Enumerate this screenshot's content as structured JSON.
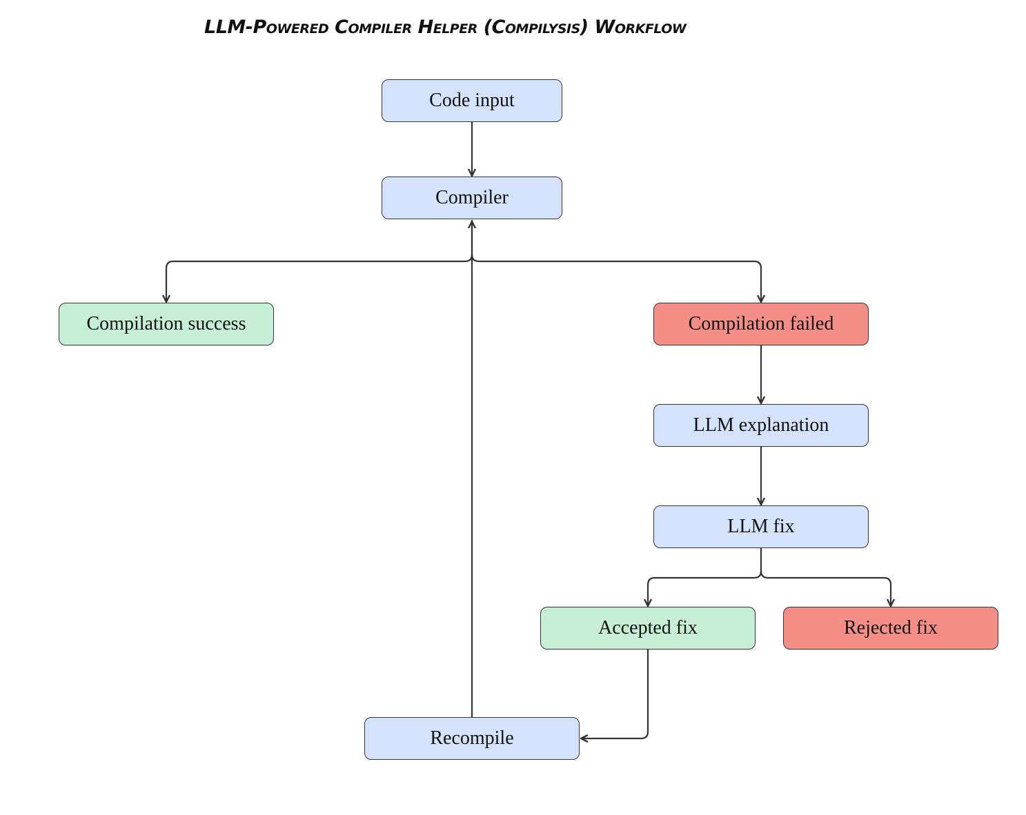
{
  "title": "LLM-Powered Compiler Helper (Compilysis) Workflow",
  "colors": {
    "process": "#d4e3fb",
    "success": "#c6efd6",
    "failure": "#f48e87",
    "edge": "#333333"
  },
  "nodes": {
    "code_input": "Code input",
    "compiler": "Compiler",
    "compilation_success": "Compilation success",
    "compilation_failed": "Compilation failed",
    "llm_explanation": "LLM explanation",
    "llm_fix": "LLM fix",
    "accepted_fix": "Accepted fix",
    "rejected_fix": "Rejected fix",
    "recompile": "Recompile"
  },
  "edges": [
    {
      "from": "code_input",
      "to": "compiler"
    },
    {
      "from": "compiler",
      "to": "compilation_success"
    },
    {
      "from": "compiler",
      "to": "compilation_failed"
    },
    {
      "from": "compilation_failed",
      "to": "llm_explanation"
    },
    {
      "from": "llm_explanation",
      "to": "llm_fix"
    },
    {
      "from": "llm_fix",
      "to": "accepted_fix"
    },
    {
      "from": "llm_fix",
      "to": "rejected_fix"
    },
    {
      "from": "accepted_fix",
      "to": "recompile"
    },
    {
      "from": "recompile",
      "to": "compiler"
    }
  ]
}
